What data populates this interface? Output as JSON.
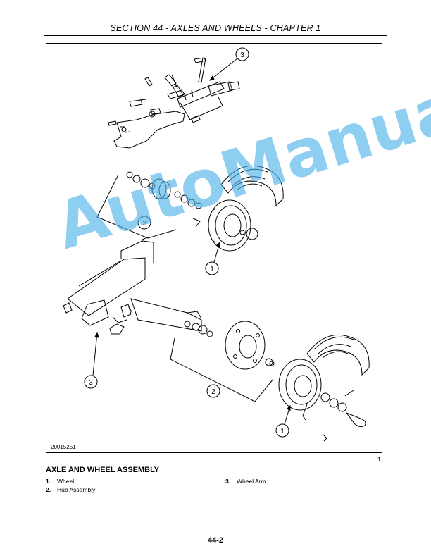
{
  "header": {
    "title": "SECTION 44 - AXLES AND WHEELS - CHAPTER 1"
  },
  "figure": {
    "id": "20015251",
    "number": "1",
    "callouts": [
      "3",
      "2",
      "1",
      "3",
      "2",
      "1"
    ],
    "watermark": "AutoManual"
  },
  "caption": {
    "title": "AXLE AND WHEEL ASSEMBLY",
    "items": [
      {
        "num": "1.",
        "label": "Wheel"
      },
      {
        "num": "2.",
        "label": "Hub Assembly"
      },
      {
        "num": "3.",
        "label": "Wheel Arm"
      }
    ]
  },
  "footer": {
    "page": "44-2"
  }
}
